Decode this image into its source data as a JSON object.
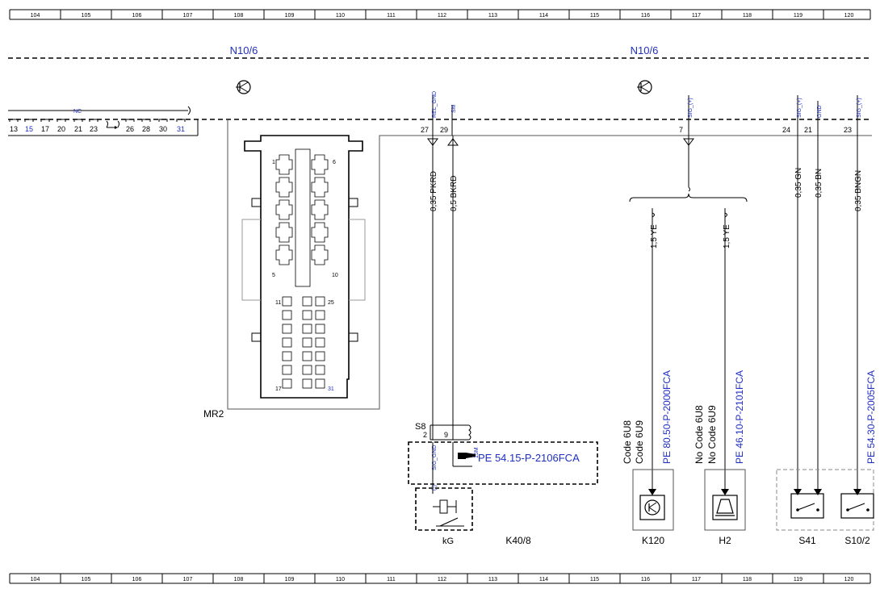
{
  "grid_columns": [
    "104",
    "105",
    "106",
    "107",
    "108",
    "109",
    "110",
    "111",
    "112",
    "113",
    "114",
    "115",
    "116",
    "117",
    "118",
    "119",
    "120"
  ],
  "modules": {
    "left_label": "N10/6",
    "right_label": "N10/6"
  },
  "left_bus": {
    "nc_label": "NC",
    "pins": [
      "13",
      "15",
      "17",
      "20",
      "21",
      "23",
      "26",
      "28",
      "30",
      "31"
    ],
    "pin_colors": [
      "#000000",
      "#1f2fbf",
      "#000000",
      "#000000",
      "#000000",
      "#000000",
      "#000000",
      "#000000",
      "#000000",
      "#1f2fbf"
    ]
  },
  "connector": {
    "label": "MR2",
    "pin_labels": [
      "1",
      "6",
      "5",
      "10",
      "11",
      "25",
      "17",
      "31"
    ]
  },
  "pins": {
    "p27": "27",
    "p29": "29",
    "p7": "7",
    "p24": "24",
    "p21": "21",
    "p23": "23",
    "sig_rel_gnd": "REL_GND",
    "sig_sm": "SM",
    "sig_7": "SIG_(+)",
    "sig_24": "SIG_(+)",
    "sig_21": "GND",
    "sig_23": "SIG_(+)"
  },
  "wires": {
    "w27": "0,35 PKRD",
    "w29": "0,5 BKRD",
    "wk120": "1,5 YE",
    "wh2": "1,5 YE",
    "w24": "0,35 GN",
    "w21": "0,35 BN",
    "w23": "0,35 BNGN"
  },
  "s8": {
    "label": "S8",
    "pin2": "2",
    "pin9": "9",
    "sig_gnd": "SIG_GND",
    "sig_15m": "15M",
    "minus": "(-)",
    "ref": "PE 54.15-P-2106FCA"
  },
  "k40": {
    "kg_label": "kG",
    "label": "K40/8"
  },
  "k120": {
    "code1": "Code 6U8",
    "code2": "Code 6U9",
    "ref": "PE 80.50-P-2000FCA",
    "label": "K120"
  },
  "h2": {
    "code1": "No Code 6U8",
    "code2": "No Code 6U9",
    "ref": "PE 46.10-P-2101FCA",
    "label": "H2"
  },
  "s41": {
    "label": "S41"
  },
  "s10": {
    "ref": "PE 54.30-P-2005FCA",
    "label": "S10/2"
  },
  "colors": {
    "link_blue": "#1f2fbf",
    "line": "#000000",
    "frame": "#888888"
  }
}
